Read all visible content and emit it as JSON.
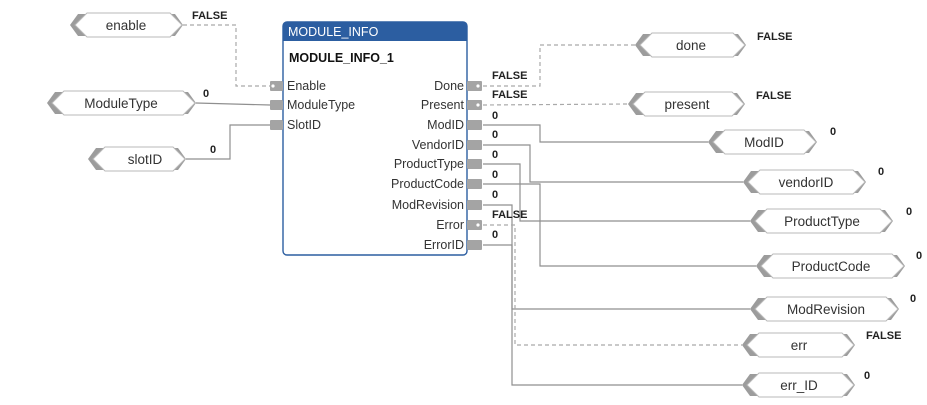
{
  "block": {
    "type_label": "MODULE_INFO",
    "instance_name": "MODULE_INFO_1",
    "inputs": [
      "Enable",
      "ModuleType",
      "SlotID"
    ],
    "outputs": [
      "Done",
      "Present",
      "ModID",
      "VendorID",
      "ProductType",
      "ProductCode",
      "ModRevision",
      "Error",
      "ErrorID"
    ]
  },
  "input_vars": {
    "enable": {
      "name": "enable",
      "value": "FALSE"
    },
    "module_type": {
      "name": "ModuleType",
      "value": "0"
    },
    "slot_id": {
      "name": "slotID",
      "value": "0"
    }
  },
  "output_pin_values": [
    "FALSE",
    "FALSE",
    "0",
    "0",
    "0",
    "0",
    "0",
    "FALSE",
    "0"
  ],
  "output_vars": [
    {
      "name": "done",
      "value": "FALSE"
    },
    {
      "name": "present",
      "value": "FALSE"
    },
    {
      "name": "ModID",
      "value": "0"
    },
    {
      "name": "vendorID",
      "value": "0"
    },
    {
      "name": "ProductType",
      "value": "0"
    },
    {
      "name": "ProductCode",
      "value": "0"
    },
    {
      "name": "ModRevision",
      "value": "0"
    },
    {
      "name": "err",
      "value": "FALSE"
    },
    {
      "name": "err_ID",
      "value": "0"
    }
  ],
  "colors": {
    "block_header": "#2c5ea1",
    "wire": "#8f8f8f",
    "pin": "#a4a4a4"
  }
}
